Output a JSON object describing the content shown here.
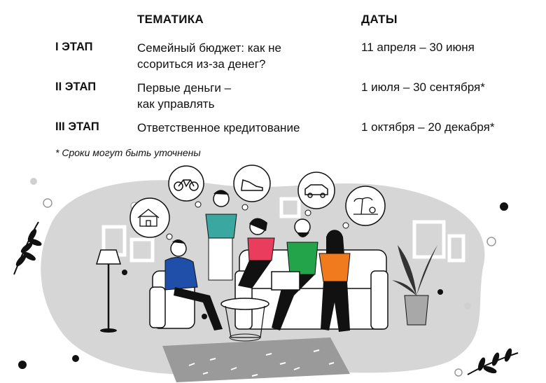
{
  "header": {
    "topic": "ТЕМАТИКА",
    "dates": "ДАТЫ"
  },
  "rows": [
    {
      "stage": "I ЭТАП",
      "topic_lines": [
        "Семейный бюджет: как не",
        "ссориться из-за денег?"
      ],
      "dates": "11 апреля – 30 июня"
    },
    {
      "stage": "II ЭТАП",
      "topic_lines": [
        "Первые деньги –",
        "как управлять"
      ],
      "dates": "1 июля – 30 сентября*"
    },
    {
      "stage": "III ЭТАП",
      "topic_lines": [
        "Ответственное кредитование"
      ],
      "dates": "1 октября – 20 декабря*"
    }
  ],
  "note": "* Сроки могут быть уточнены",
  "illustration": {
    "icons": [
      "bicycle-icon",
      "sneaker-icon",
      "car-icon",
      "house-icon",
      "beach-icon"
    ],
    "colors": {
      "blob": "#d6d6d6",
      "blue": "#1f4fa8",
      "teal": "#3aa7a0",
      "pink": "#ea3d5e",
      "green": "#24a44a",
      "orange": "#f07b1e"
    }
  }
}
